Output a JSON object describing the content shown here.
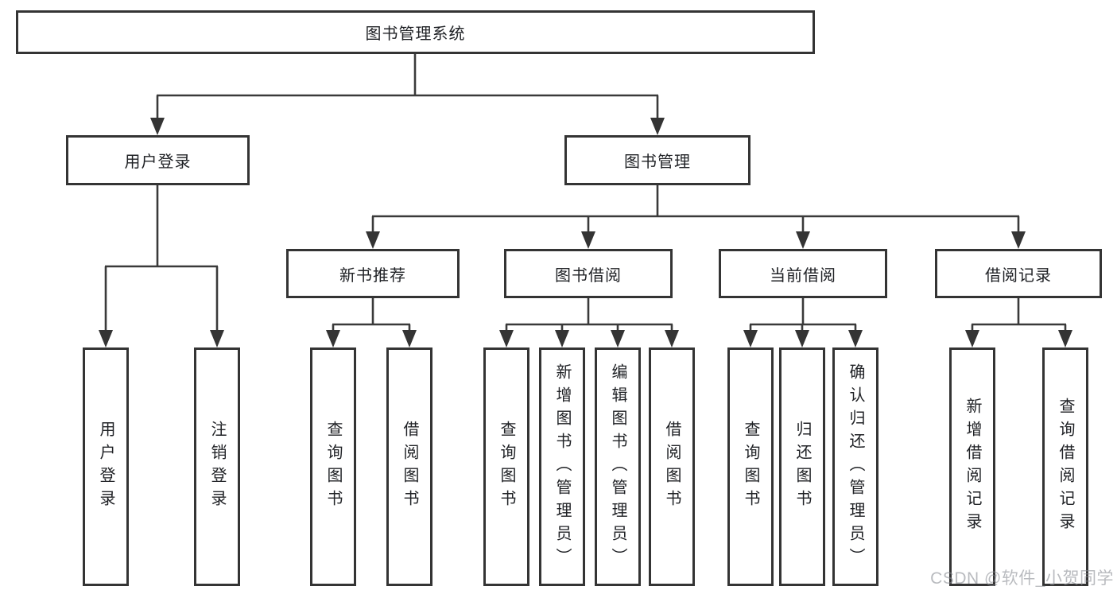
{
  "tree": {
    "root": {
      "label": "图书管理系统",
      "children": [
        {
          "label": "用户登录",
          "children": [
            {
              "label": "用户登录"
            },
            {
              "label": "注销登录"
            }
          ]
        },
        {
          "label": "图书管理",
          "children": [
            {
              "label": "新书推荐",
              "children": [
                {
                  "label": "查询图书"
                },
                {
                  "label": "借阅图书"
                }
              ]
            },
            {
              "label": "图书借阅",
              "children": [
                {
                  "label": "查询图书"
                },
                {
                  "label": "新增图书（管理员）"
                },
                {
                  "label": "编辑图书（管理员）"
                },
                {
                  "label": "借阅图书"
                }
              ]
            },
            {
              "label": "当前借阅",
              "children": [
                {
                  "label": "查询图书"
                },
                {
                  "label": "归还图书"
                },
                {
                  "label": "确认归还（管理员）"
                }
              ]
            },
            {
              "label": "借阅记录",
              "children": [
                {
                  "label": "新增借阅记录"
                },
                {
                  "label": "查询借阅记录"
                }
              ]
            }
          ]
        }
      ]
    }
  },
  "watermark": {
    "text": "CSDN @软件_小贺同学"
  },
  "colors": {
    "line": "#3a3a3a",
    "box_border": "#343434",
    "text": "#202226",
    "watermark_gray": "#8a8e94",
    "background": "#ffffff"
  }
}
